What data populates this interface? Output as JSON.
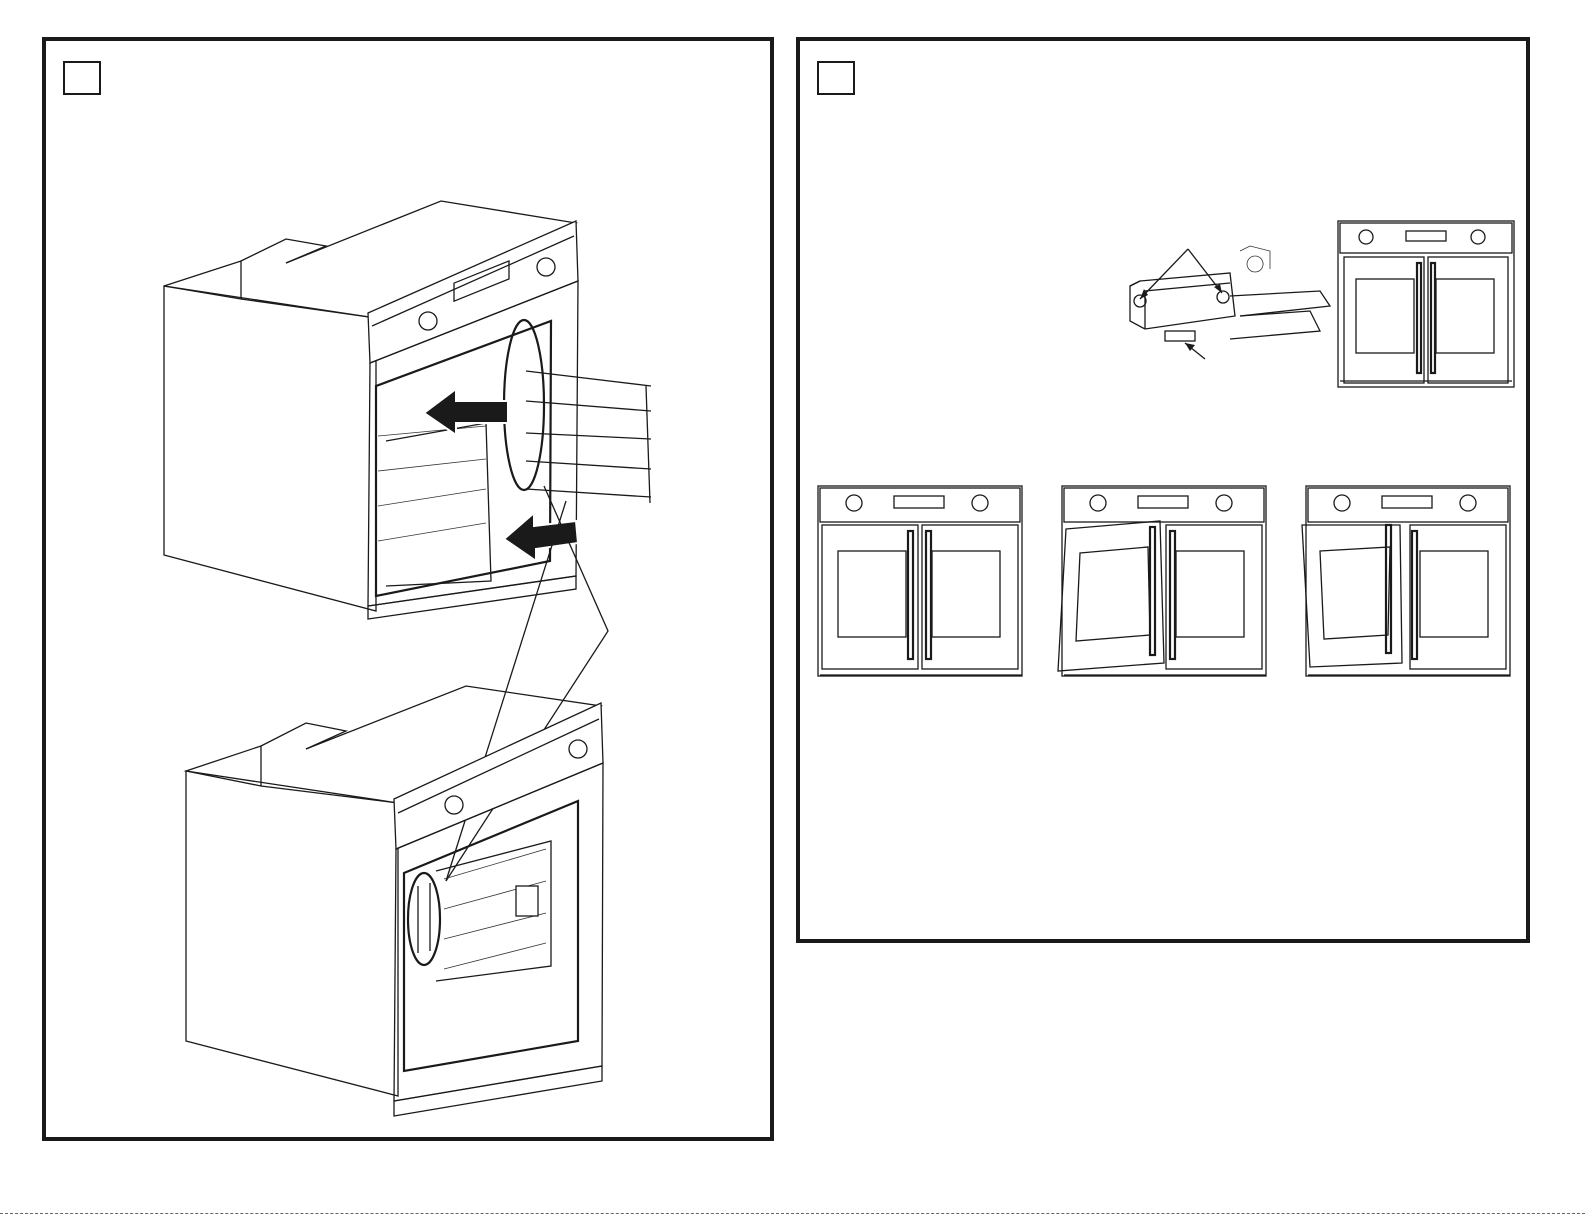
{
  "panels": [
    {
      "id": "left",
      "step_label": "",
      "figure": "oven-rack-support-removal"
    },
    {
      "id": "right",
      "step_label": "",
      "figure": "french-door-alignment"
    }
  ],
  "icons": {
    "direction_arrow": "arrow-left-icon",
    "callout_pointer": "pointer-line-icon",
    "oven_dial": "dial-knob-icon"
  },
  "colors": {
    "line": "#1a1a1a",
    "background": "#ffffff"
  }
}
